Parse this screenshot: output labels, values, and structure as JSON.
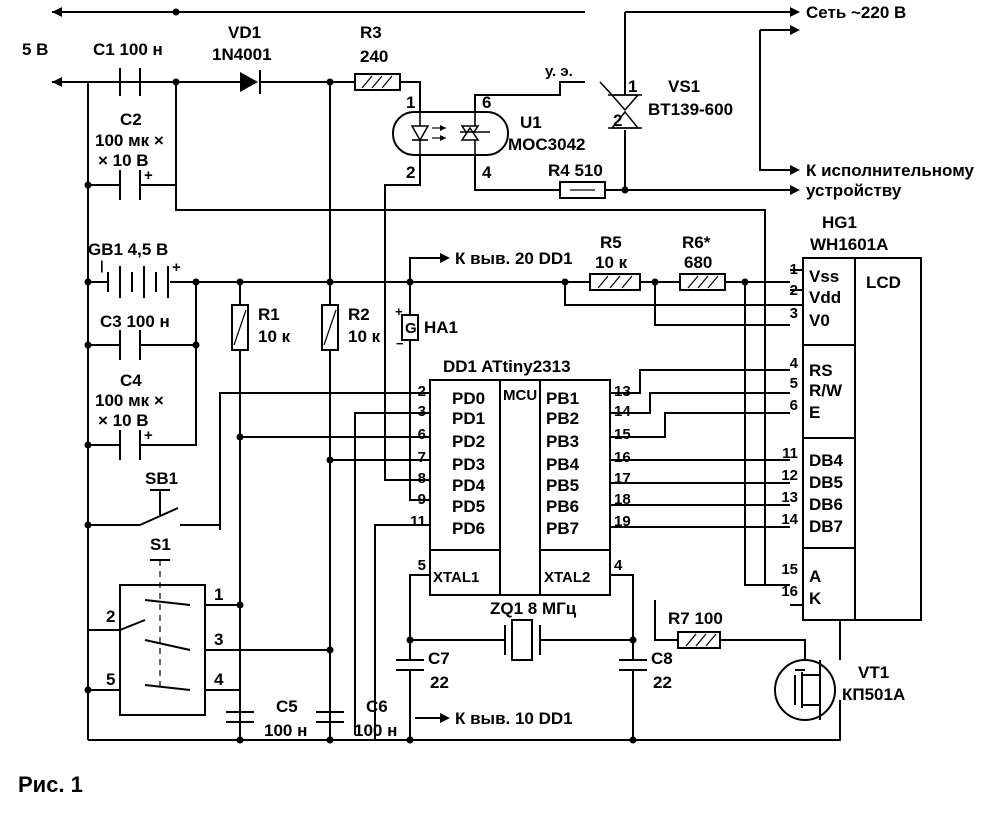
{
  "figure_caption": "Рис. 1",
  "supply": {
    "v5": "5 В",
    "mains": "Сеть ~220 В",
    "load_1": "К исполнительному",
    "load_2": "устройству",
    "to_pin20": "К выв. 20 DD1",
    "to_pin10": "К выв. 10 DD1",
    "emitter_mark": "у. э."
  },
  "components": {
    "c1": "C1 100 н",
    "c2_name": "C2",
    "c2_val1": "100 мк ×",
    "c2_val2": "× 10 В",
    "vd1_name": "VD1",
    "vd1_type": "1N4001",
    "r3_name": "R3",
    "r3_val": "240",
    "u1_name": "U1",
    "u1_type": "MOC3042",
    "vs1_name": "VS1",
    "vs1_type": "BT139-600",
    "r4": "R4 510",
    "gb1": "GB1 4,5 В",
    "c3": "C3 100 н",
    "c4_name": "C4",
    "c4_val1": "100 мк ×",
    "c4_val2": "× 10 В",
    "r1_name": "R1",
    "r1_val": "10 к",
    "r2_name": "R2",
    "r2_val": "10 к",
    "ha1_g": "G",
    "ha1_name": "HA1",
    "r5_name": "R5",
    "r5_val": "10 к",
    "r6_name": "R6*",
    "r6_val": "680",
    "sb1": "SB1",
    "s1": "S1",
    "c5_name": "C5",
    "c5_val": "100 н",
    "c6_name": "C6",
    "c6_val": "100 н",
    "c7_name": "C7",
    "c7_val": "22",
    "c8_name": "C8",
    "c8_val": "22",
    "zq1": "ZQ1 8 МГц",
    "r7": "R7 100",
    "vt1_name": "VT1",
    "vt1_type": "КП501А"
  },
  "mcu": {
    "name": "DD1 ATtiny2313",
    "core": "MCU",
    "left_pins": [
      {
        "num": "2",
        "label": "PD0"
      },
      {
        "num": "3",
        "label": "PD1"
      },
      {
        "num": "6",
        "label": "PD2"
      },
      {
        "num": "7",
        "label": "PD3"
      },
      {
        "num": "8",
        "label": "PD4"
      },
      {
        "num": "9",
        "label": "PD5"
      },
      {
        "num": "11",
        "label": "PD6"
      }
    ],
    "right_pins": [
      {
        "num": "13",
        "label": "PB1"
      },
      {
        "num": "14",
        "label": "PB2"
      },
      {
        "num": "15",
        "label": "PB3"
      },
      {
        "num": "16",
        "label": "PB4"
      },
      {
        "num": "17",
        "label": "PB5"
      },
      {
        "num": "18",
        "label": "PB6"
      },
      {
        "num": "19",
        "label": "PB7"
      }
    ],
    "xtal1_num": "5",
    "xtal1": "XTAL1",
    "xtal2_num": "4",
    "xtal2": "XTAL2"
  },
  "lcd": {
    "name": "HG1",
    "type": "WH1601A",
    "title": "LCD",
    "pins": [
      {
        "num": "1",
        "label": "Vss"
      },
      {
        "num": "2",
        "label": "Vdd"
      },
      {
        "num": "3",
        "label": "V0"
      },
      {
        "num": "4",
        "label": "RS"
      },
      {
        "num": "5",
        "label": "R/W"
      },
      {
        "num": "6",
        "label": "E"
      },
      {
        "num": "11",
        "label": "DB4"
      },
      {
        "num": "12",
        "label": "DB5"
      },
      {
        "num": "13",
        "label": "DB6"
      },
      {
        "num": "14",
        "label": "DB7"
      },
      {
        "num": "15",
        "label": "A"
      },
      {
        "num": "16",
        "label": "K"
      }
    ]
  },
  "switch_pins": [
    "1",
    "2",
    "3",
    "4",
    "5"
  ],
  "opto_pins": [
    "1",
    "2",
    "6",
    "4"
  ],
  "triac_pins": [
    "1",
    "2"
  ]
}
